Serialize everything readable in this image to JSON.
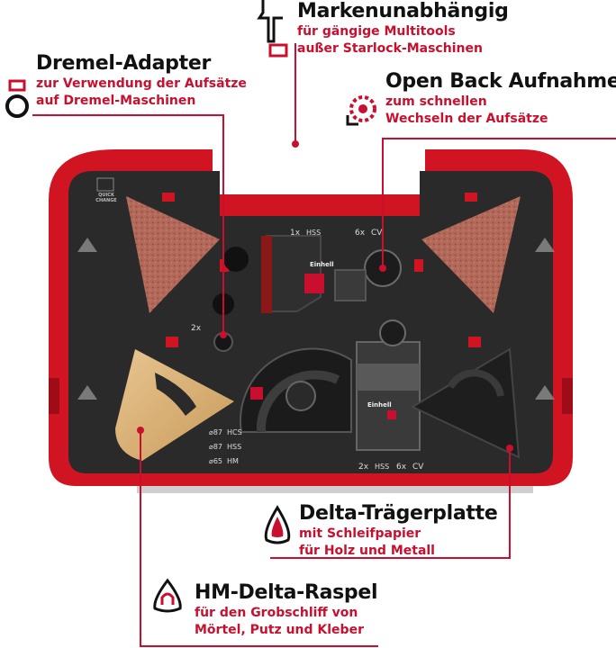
{
  "brand": {
    "accent": "#c8102e",
    "case_red": "#d11422",
    "foam": "#2a2a2a"
  },
  "callouts": {
    "markenunabhaengig": {
      "title": "Markenunabhängig",
      "line1": "für gängige Multitools",
      "line2": "außer Starlock-Maschinen",
      "icon": "multitool-icon"
    },
    "dremel": {
      "title": "Dremel-Adapter",
      "line1": "zur Verwendung der Aufsätze",
      "line2": "auf Dremel-Maschinen",
      "icon": "adapter-ring-icon"
    },
    "openback": {
      "title": "Open Back Aufnahme",
      "line1": "zum schnellen",
      "line2": "Wechseln der Aufsätze",
      "icon": "open-back-blade-icon"
    },
    "delta": {
      "title": "Delta-Trägerplatte",
      "line1": "mit Schleifpapier",
      "line2": "für Holz und Metall",
      "icon": "sanding-pad-icon"
    },
    "hmdelta": {
      "title": "HM-Delta-Raspel",
      "line1": "für den Grobschliff von",
      "line2": "Mörtel, Putz und Kleber",
      "icon": "rasp-icon"
    }
  },
  "case": {
    "labels": {
      "quick_change": "QUICK CHANGE",
      "qty_1x": "1x",
      "hss1": "HSS",
      "qty_6x_top": "6x",
      "cv_top": "CV",
      "qty_2x_left": "2x",
      "d87a": "⌀87",
      "hcs": "HCS",
      "d87b": "⌀87",
      "hss_bim": "HSS",
      "d65": "⌀65",
      "hm_tc": "HM",
      "qty_2x_bottom": "2x",
      "hss2": "HSS",
      "qty_6x_bottom": "6x",
      "cv_bottom": "CV",
      "brand_left": "Einhell",
      "brand_right": "Einhell"
    }
  }
}
